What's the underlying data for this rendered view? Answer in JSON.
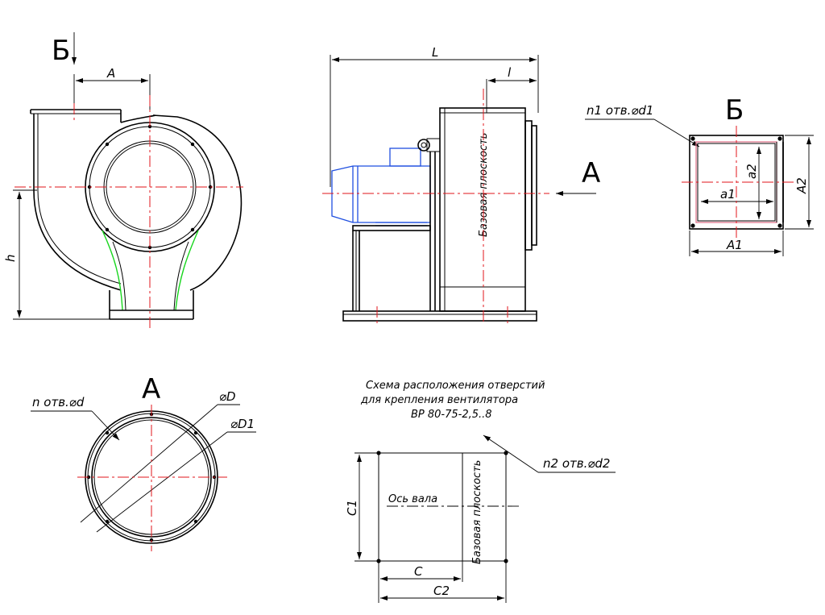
{
  "views": {
    "side": {
      "view_arrow_label": "Б",
      "dim_a": "A",
      "dim_h": "h"
    },
    "front": {
      "dim_L": "L",
      "dim_l": "l",
      "base_plane": "Базовая плоскость",
      "view_arrow_label": "A"
    },
    "view_b": {
      "title": "Б",
      "holes_note": "n1 отв.⌀d1",
      "dim_a1": "a1",
      "dim_a2": "a2",
      "dim_A1": "A1",
      "dim_A2": "A2"
    },
    "view_a": {
      "title": "A",
      "holes_note": "n отв.⌀d",
      "dim_D": "⌀D",
      "dim_D1": "⌀D1"
    },
    "layout": {
      "caption_line1": "Схема расположения отверстий",
      "caption_line2": "для крепления вентилятора",
      "caption_line3": "ВР 80-75-2,5..8",
      "holes_note": "n2 отв.⌀d2",
      "shaft_axis": "Ось вала",
      "base_plane": "Базовая плоскость",
      "dim_C1": "C1",
      "dim_C": "C",
      "dim_C2": "C2"
    }
  }
}
